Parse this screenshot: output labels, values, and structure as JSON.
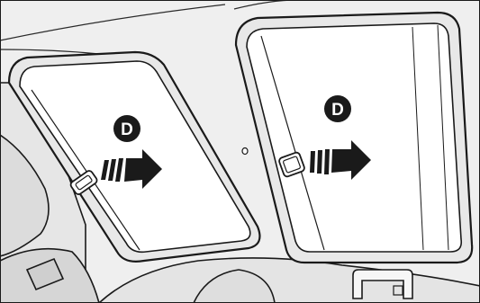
{
  "illustration": {
    "subject": "sunroof-interior-sunshades",
    "background_color": "#efefef",
    "line_color": "#1a1a1a",
    "panel_color": "#ffffff"
  },
  "callouts": [
    {
      "letter": "D",
      "arrow_direction": "right"
    },
    {
      "letter": "D",
      "arrow_direction": "right"
    }
  ]
}
